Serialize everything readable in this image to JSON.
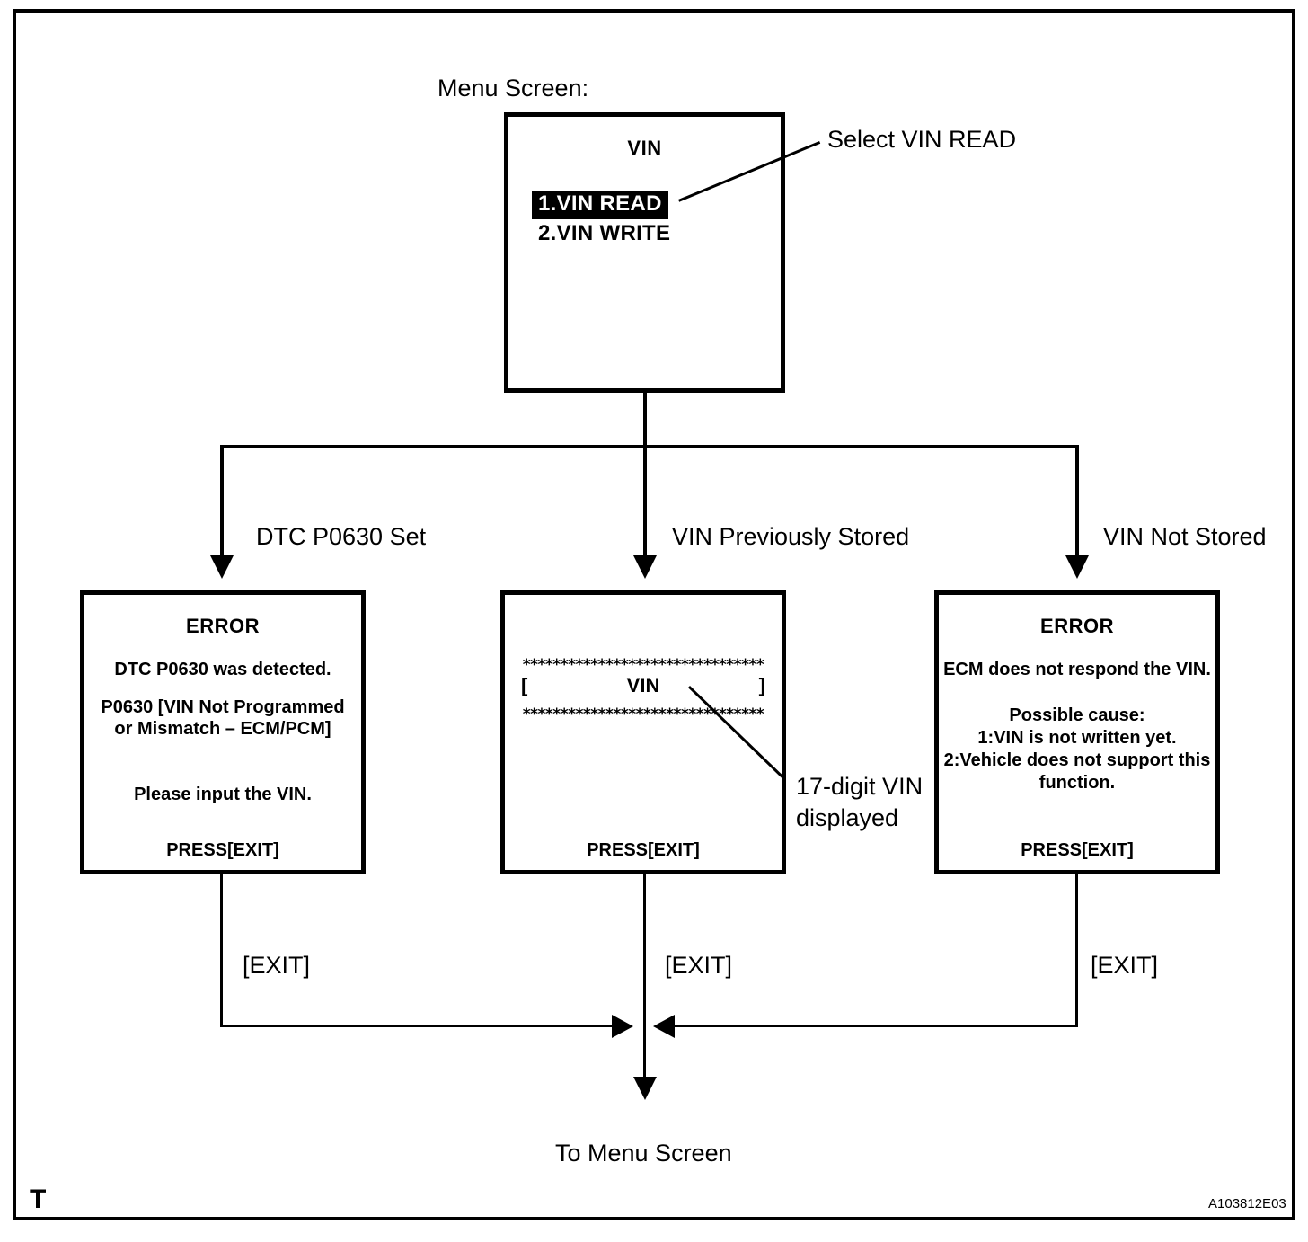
{
  "figure": {
    "id_code": "A103812E03",
    "corner_marker": "T",
    "top_caption": "Menu Screen:",
    "bottom_caption": "To Menu Screen"
  },
  "menu_screen": {
    "title": "VIN",
    "items": [
      {
        "label": "1.VIN READ",
        "selected": true
      },
      {
        "label": "2.VIN WRITE",
        "selected": false
      }
    ],
    "callout": "Select VIN READ"
  },
  "branches": [
    {
      "label": "DTC P0630 Set"
    },
    {
      "label": "VIN Previously Stored"
    },
    {
      "label": "VIN Not Stored"
    }
  ],
  "screens": {
    "error_dtc": {
      "title": "ERROR",
      "line1": "DTC P0630 was detected.",
      "line2": "P0630  [VIN Not Programmed",
      "line3": "or Mismatch – ECM/PCM]",
      "line4": "Please input the VIN.",
      "footer": "PRESS[EXIT]"
    },
    "vin_stored": {
      "stars_top": "********************************",
      "bracket_left": "[",
      "vin_word": "VIN",
      "bracket_right": "]",
      "stars_bottom": "********************************",
      "footer": "PRESS[EXIT]",
      "callout_line1": "17-digit VIN",
      "callout_line2": "displayed"
    },
    "error_no_vin": {
      "title": "ERROR",
      "line1": "ECM does not respond the VIN.",
      "line2": "Possible cause:",
      "line3": "1:VIN is not written yet.",
      "line4": "2:Vehicle does not support this",
      "line5": "function.",
      "footer": "PRESS[EXIT]"
    }
  },
  "exit_labels": [
    {
      "label": "[EXIT]"
    },
    {
      "label": "[EXIT]"
    },
    {
      "label": "[EXIT]"
    }
  ],
  "colors": {
    "ink": "#000000",
    "paper": "#ffffff"
  }
}
